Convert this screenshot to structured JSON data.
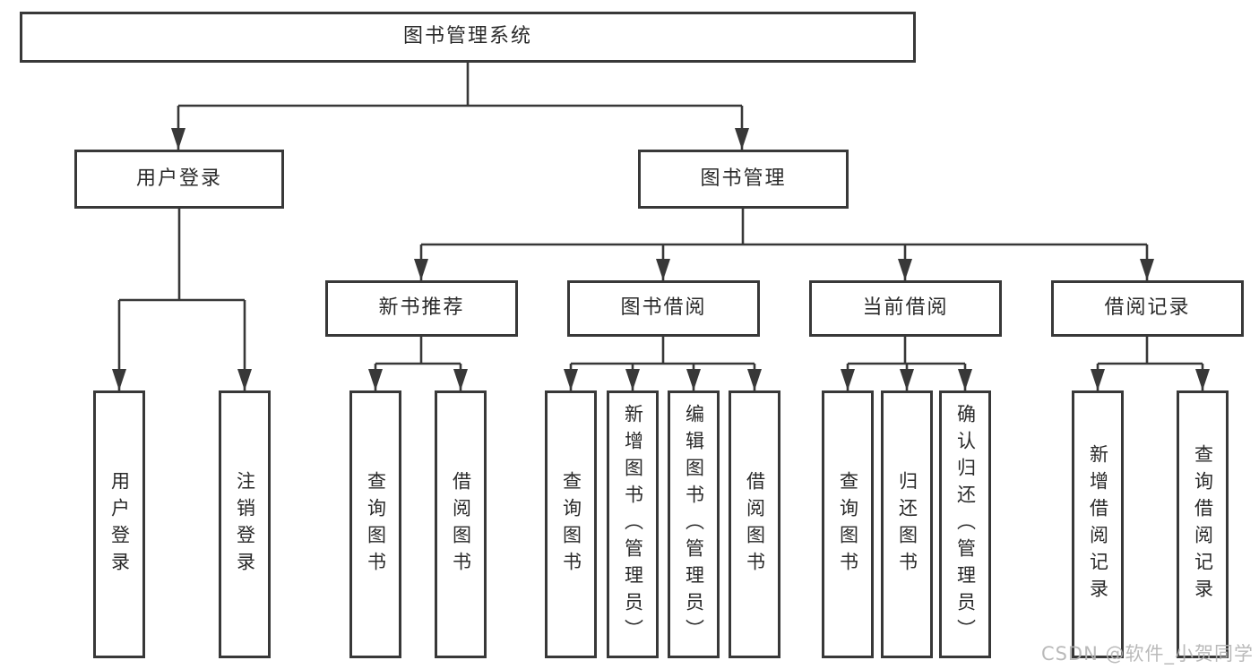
{
  "tree": {
    "root": {
      "label": "图书管理系统",
      "children": [
        {
          "label": "用户登录",
          "children": [
            {
              "label": "用户登录"
            },
            {
              "label": "注销登录"
            }
          ]
        },
        {
          "label": "图书管理",
          "children": [
            {
              "label": "新书推荐",
              "children": [
                {
                  "label": "查询图书"
                },
                {
                  "label": "借阅图书"
                }
              ]
            },
            {
              "label": "图书借阅",
              "children": [
                {
                  "label": "查询图书"
                },
                {
                  "label": "新增图书（管理员）"
                },
                {
                  "label": "编辑图书（管理员）"
                },
                {
                  "label": "借阅图书"
                }
              ]
            },
            {
              "label": "当前借阅",
              "children": [
                {
                  "label": "查询图书"
                },
                {
                  "label": "归还图书"
                },
                {
                  "label": "确认归还（管理员）"
                }
              ]
            },
            {
              "label": "借阅记录",
              "children": [
                {
                  "label": "新增借阅记录"
                },
                {
                  "label": "查询借阅记录"
                }
              ]
            }
          ]
        }
      ]
    }
  },
  "watermark": {
    "text": "CSDN @软件_小贺同学"
  },
  "colors": {
    "line": "#383838",
    "text": "#2a2a2a",
    "watermark": "#b3b3b3",
    "background": "#ffffff"
  }
}
